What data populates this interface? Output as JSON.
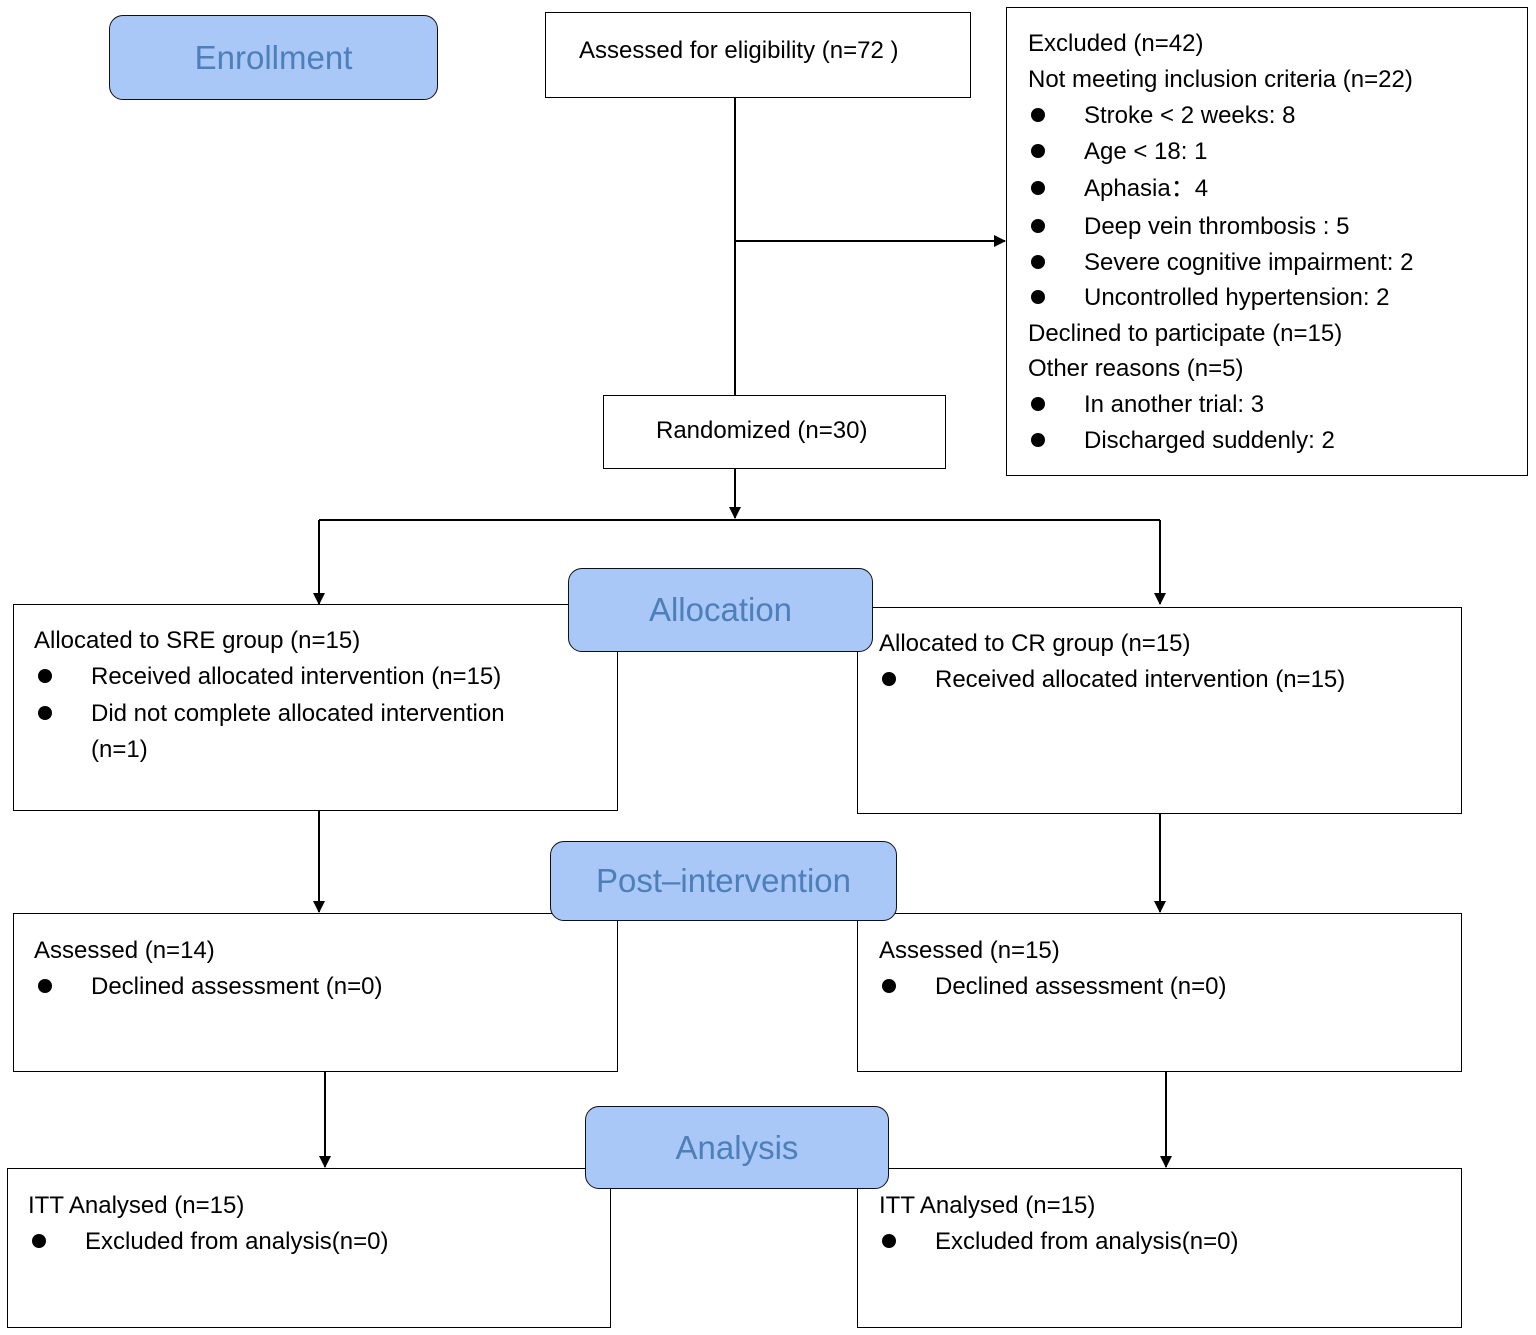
{
  "stages": {
    "enrollment": "Enrollment",
    "allocation": "Allocation",
    "post_intervention": "Post–intervention",
    "analysis": "Analysis"
  },
  "enrollment": {
    "assessed": "Assessed for eligibility (n=72 )",
    "randomized": "Randomized (n=30)",
    "excluded": {
      "title": "Excluded  (n=42)",
      "not_meeting": "Not meeting inclusion criteria (n=22)",
      "not_meeting_items": [
        "Stroke < 2 weeks: 8",
        "Age < 18: 1",
        "Aphasia：4",
        "Deep vein thrombosis : 5",
        "Severe cognitive impairment: 2",
        "Uncontrolled hypertension: 2"
      ],
      "declined": "Declined to participate (n=15)",
      "other": "Other reasons (n=5)",
      "other_items": [
        "In another trial: 3",
        "Discharged suddenly: 2"
      ]
    }
  },
  "allocation": {
    "sre": {
      "title": "Allocated to SRE group (n=15)",
      "items": [
        "Received allocated intervention (n=15)",
        "Did not complete allocated intervention",
        "(n=1)"
      ]
    },
    "cr": {
      "title": "Allocated to CR group (n=15)",
      "items": [
        "Received allocated intervention (n=15)"
      ]
    }
  },
  "post_intervention": {
    "sre": {
      "title": "Assessed (n=14)",
      "items": [
        "Declined assessment (n=0)"
      ]
    },
    "cr": {
      "title": "Assessed (n=15)",
      "items": [
        "Declined assessment (n=0)"
      ]
    }
  },
  "analysis": {
    "sre": {
      "title": "ITT Analysed  (n=15)",
      "items": [
        "Excluded from analysis(n=0)"
      ]
    },
    "cr": {
      "title": "ITT Analysed  (n=15)",
      "items": [
        "Excluded from analysis(n=0)"
      ]
    }
  },
  "colors": {
    "stage_fill": "#a9c7f7",
    "stage_text": "#4d7fb9",
    "line": "#000000"
  }
}
